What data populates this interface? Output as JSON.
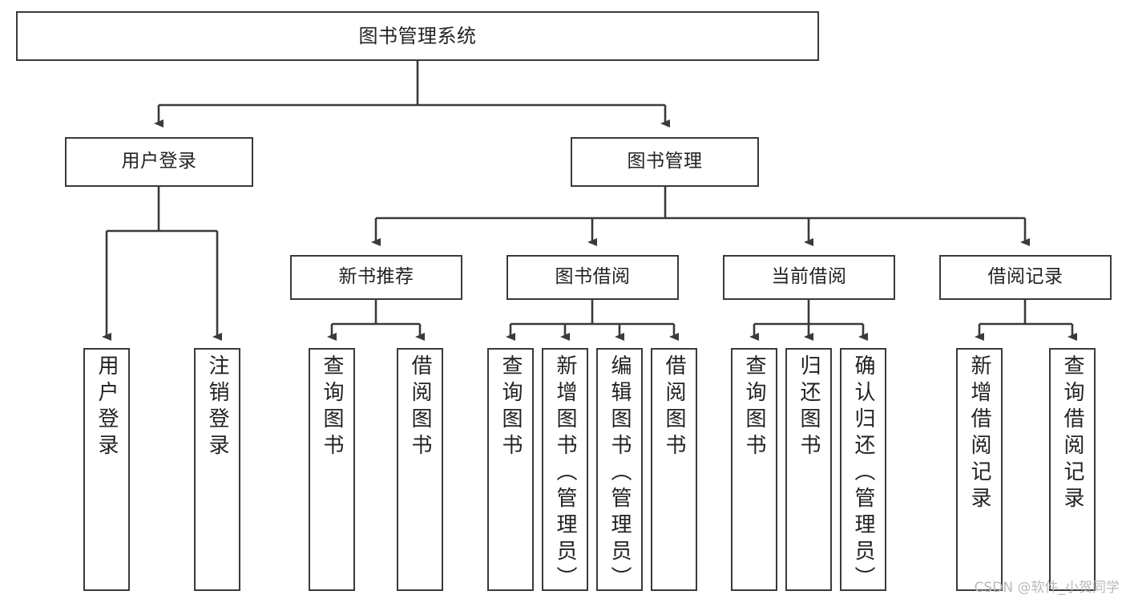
{
  "diagram": {
    "type": "tree-hierarchy",
    "title": "图书管理系统",
    "orientation": "top-down",
    "colors": {
      "box_border": "#3a3a3a",
      "box_fill": "#ffffff",
      "connector": "#3a3a3a",
      "text": "#222222",
      "watermark": "#b9b9b9"
    },
    "nodes": {
      "root": {
        "label": "图书管理系统",
        "level": 1
      },
      "user_login": {
        "label": "用户登录",
        "level": 2
      },
      "book_manage": {
        "label": "图书管理",
        "level": 2
      },
      "new_book_rec": {
        "label": "新书推荐",
        "level": 3
      },
      "book_borrow": {
        "label": "图书借阅",
        "level": 3
      },
      "current_borrow": {
        "label": "当前借阅",
        "level": 3
      },
      "borrow_record": {
        "label": "借阅记录",
        "level": 3
      },
      "leaf_user_login": {
        "label": "用户登录",
        "level": 4
      },
      "leaf_logout": {
        "label": "注销登录",
        "level": 4
      },
      "leaf_query_book_1": {
        "label": "查询图书",
        "level": 4
      },
      "leaf_borrow_book_1": {
        "label": "借阅图书",
        "level": 4
      },
      "leaf_query_book_2": {
        "label": "查询图书",
        "level": 4
      },
      "leaf_add_book": {
        "label": "新增图书（管理员）",
        "level": 4
      },
      "leaf_edit_book": {
        "label": "编辑图书（管理员）",
        "level": 4
      },
      "leaf_borrow_book_2": {
        "label": "借阅图书",
        "level": 4
      },
      "leaf_query_book_3": {
        "label": "查询图书",
        "level": 4
      },
      "leaf_return_book": {
        "label": "归还图书",
        "level": 4
      },
      "leaf_confirm_return": {
        "label": "确认归还（管理员）",
        "level": 4
      },
      "leaf_add_record": {
        "label": "新增借阅记录",
        "level": 4
      },
      "leaf_query_record": {
        "label": "查询借阅记录",
        "level": 4
      }
    },
    "edges": [
      {
        "from": "root",
        "to": "user_login"
      },
      {
        "from": "root",
        "to": "book_manage"
      },
      {
        "from": "user_login",
        "to": "leaf_user_login"
      },
      {
        "from": "user_login",
        "to": "leaf_logout"
      },
      {
        "from": "book_manage",
        "to": "new_book_rec"
      },
      {
        "from": "book_manage",
        "to": "book_borrow"
      },
      {
        "from": "book_manage",
        "to": "current_borrow"
      },
      {
        "from": "book_manage",
        "to": "borrow_record"
      },
      {
        "from": "new_book_rec",
        "to": "leaf_query_book_1"
      },
      {
        "from": "new_book_rec",
        "to": "leaf_borrow_book_1"
      },
      {
        "from": "book_borrow",
        "to": "leaf_query_book_2"
      },
      {
        "from": "book_borrow",
        "to": "leaf_add_book"
      },
      {
        "from": "book_borrow",
        "to": "leaf_edit_book"
      },
      {
        "from": "book_borrow",
        "to": "leaf_borrow_book_2"
      },
      {
        "from": "current_borrow",
        "to": "leaf_query_book_3"
      },
      {
        "from": "current_borrow",
        "to": "leaf_return_book"
      },
      {
        "from": "current_borrow",
        "to": "leaf_confirm_return"
      },
      {
        "from": "borrow_record",
        "to": "leaf_add_record"
      },
      {
        "from": "borrow_record",
        "to": "leaf_query_record"
      }
    ]
  },
  "watermark": {
    "text": "CSDN @软件_小贺同学"
  }
}
